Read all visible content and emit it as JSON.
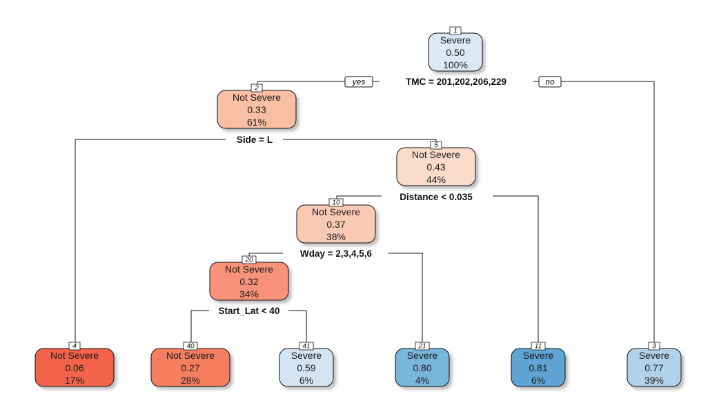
{
  "tree": {
    "nodes": [
      {
        "id": "1",
        "label": "Severe",
        "prob": "0.50",
        "pct": "100%",
        "color": "#dce9f5"
      },
      {
        "id": "2",
        "label": "Not Severe",
        "prob": "0.33",
        "pct": "61%",
        "color": "#f9bfa4"
      },
      {
        "id": "5",
        "label": "Not Severe",
        "prob": "0.43",
        "pct": "44%",
        "color": "#fbdcca"
      },
      {
        "id": "10",
        "label": "Not Severe",
        "prob": "0.37",
        "pct": "38%",
        "color": "#fac9b3"
      },
      {
        "id": "20",
        "label": "Not Severe",
        "prob": "0.32",
        "pct": "34%",
        "color": "#f8937a"
      },
      {
        "id": "4",
        "label": "Not Severe",
        "prob": "0.06",
        "pct": "17%",
        "color": "#f2644a"
      },
      {
        "id": "40",
        "label": "Not Severe",
        "prob": "0.27",
        "pct": "28%",
        "color": "#f57e5f"
      },
      {
        "id": "41",
        "label": "Severe",
        "prob": "0.59",
        "pct": "6%",
        "color": "#d3e4f3"
      },
      {
        "id": "21",
        "label": "Severe",
        "prob": "0.80",
        "pct": "4%",
        "color": "#79b6db"
      },
      {
        "id": "11",
        "label": "Severe",
        "prob": "0.81",
        "pct": "6%",
        "color": "#5ea4d5"
      },
      {
        "id": "3",
        "label": "Severe",
        "prob": "0.77",
        "pct": "39%",
        "color": "#b2d2ea"
      }
    ],
    "splits": [
      {
        "id": "s1",
        "text": "TMC = 201,202,206,229"
      },
      {
        "id": "s2",
        "text": "Side = L"
      },
      {
        "id": "s5",
        "text": "Distance < 0.035"
      },
      {
        "id": "s10",
        "text": "Wday = 2,3,4,5,6"
      },
      {
        "id": "s20",
        "text": "Start_Lat < 40"
      }
    ],
    "yes_label": "yes",
    "no_label": "no"
  }
}
